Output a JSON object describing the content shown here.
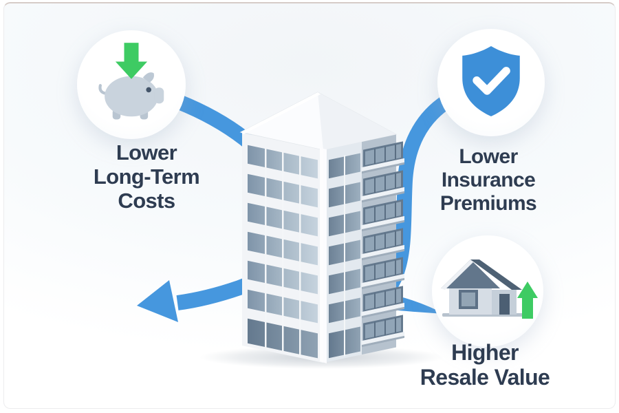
{
  "benefits": {
    "left": {
      "lines": [
        "Lower",
        "Long-Term",
        "Costs"
      ],
      "icon": "piggy-bank-arrow-down-icon"
    },
    "right_top": {
      "lines": [
        "Lower",
        "Insurance",
        "Premiums"
      ],
      "icon": "shield-check-icon"
    },
    "right_bottom": {
      "lines": [
        "Higher",
        "Resale Value"
      ],
      "icon": "house-arrow-up-icon"
    }
  },
  "illustration": {
    "center": "modern-apartment-building",
    "connectors": [
      "curved-arrow-to-lower-left",
      "curved-band-shield-to-house"
    ]
  },
  "colors": {
    "accent_blue": "#4697de",
    "shield_blue": "#3d8fd8",
    "accent_green": "#3ecb63",
    "icon_gray": "#c9d3dd",
    "text_color": "#2e3c51"
  }
}
